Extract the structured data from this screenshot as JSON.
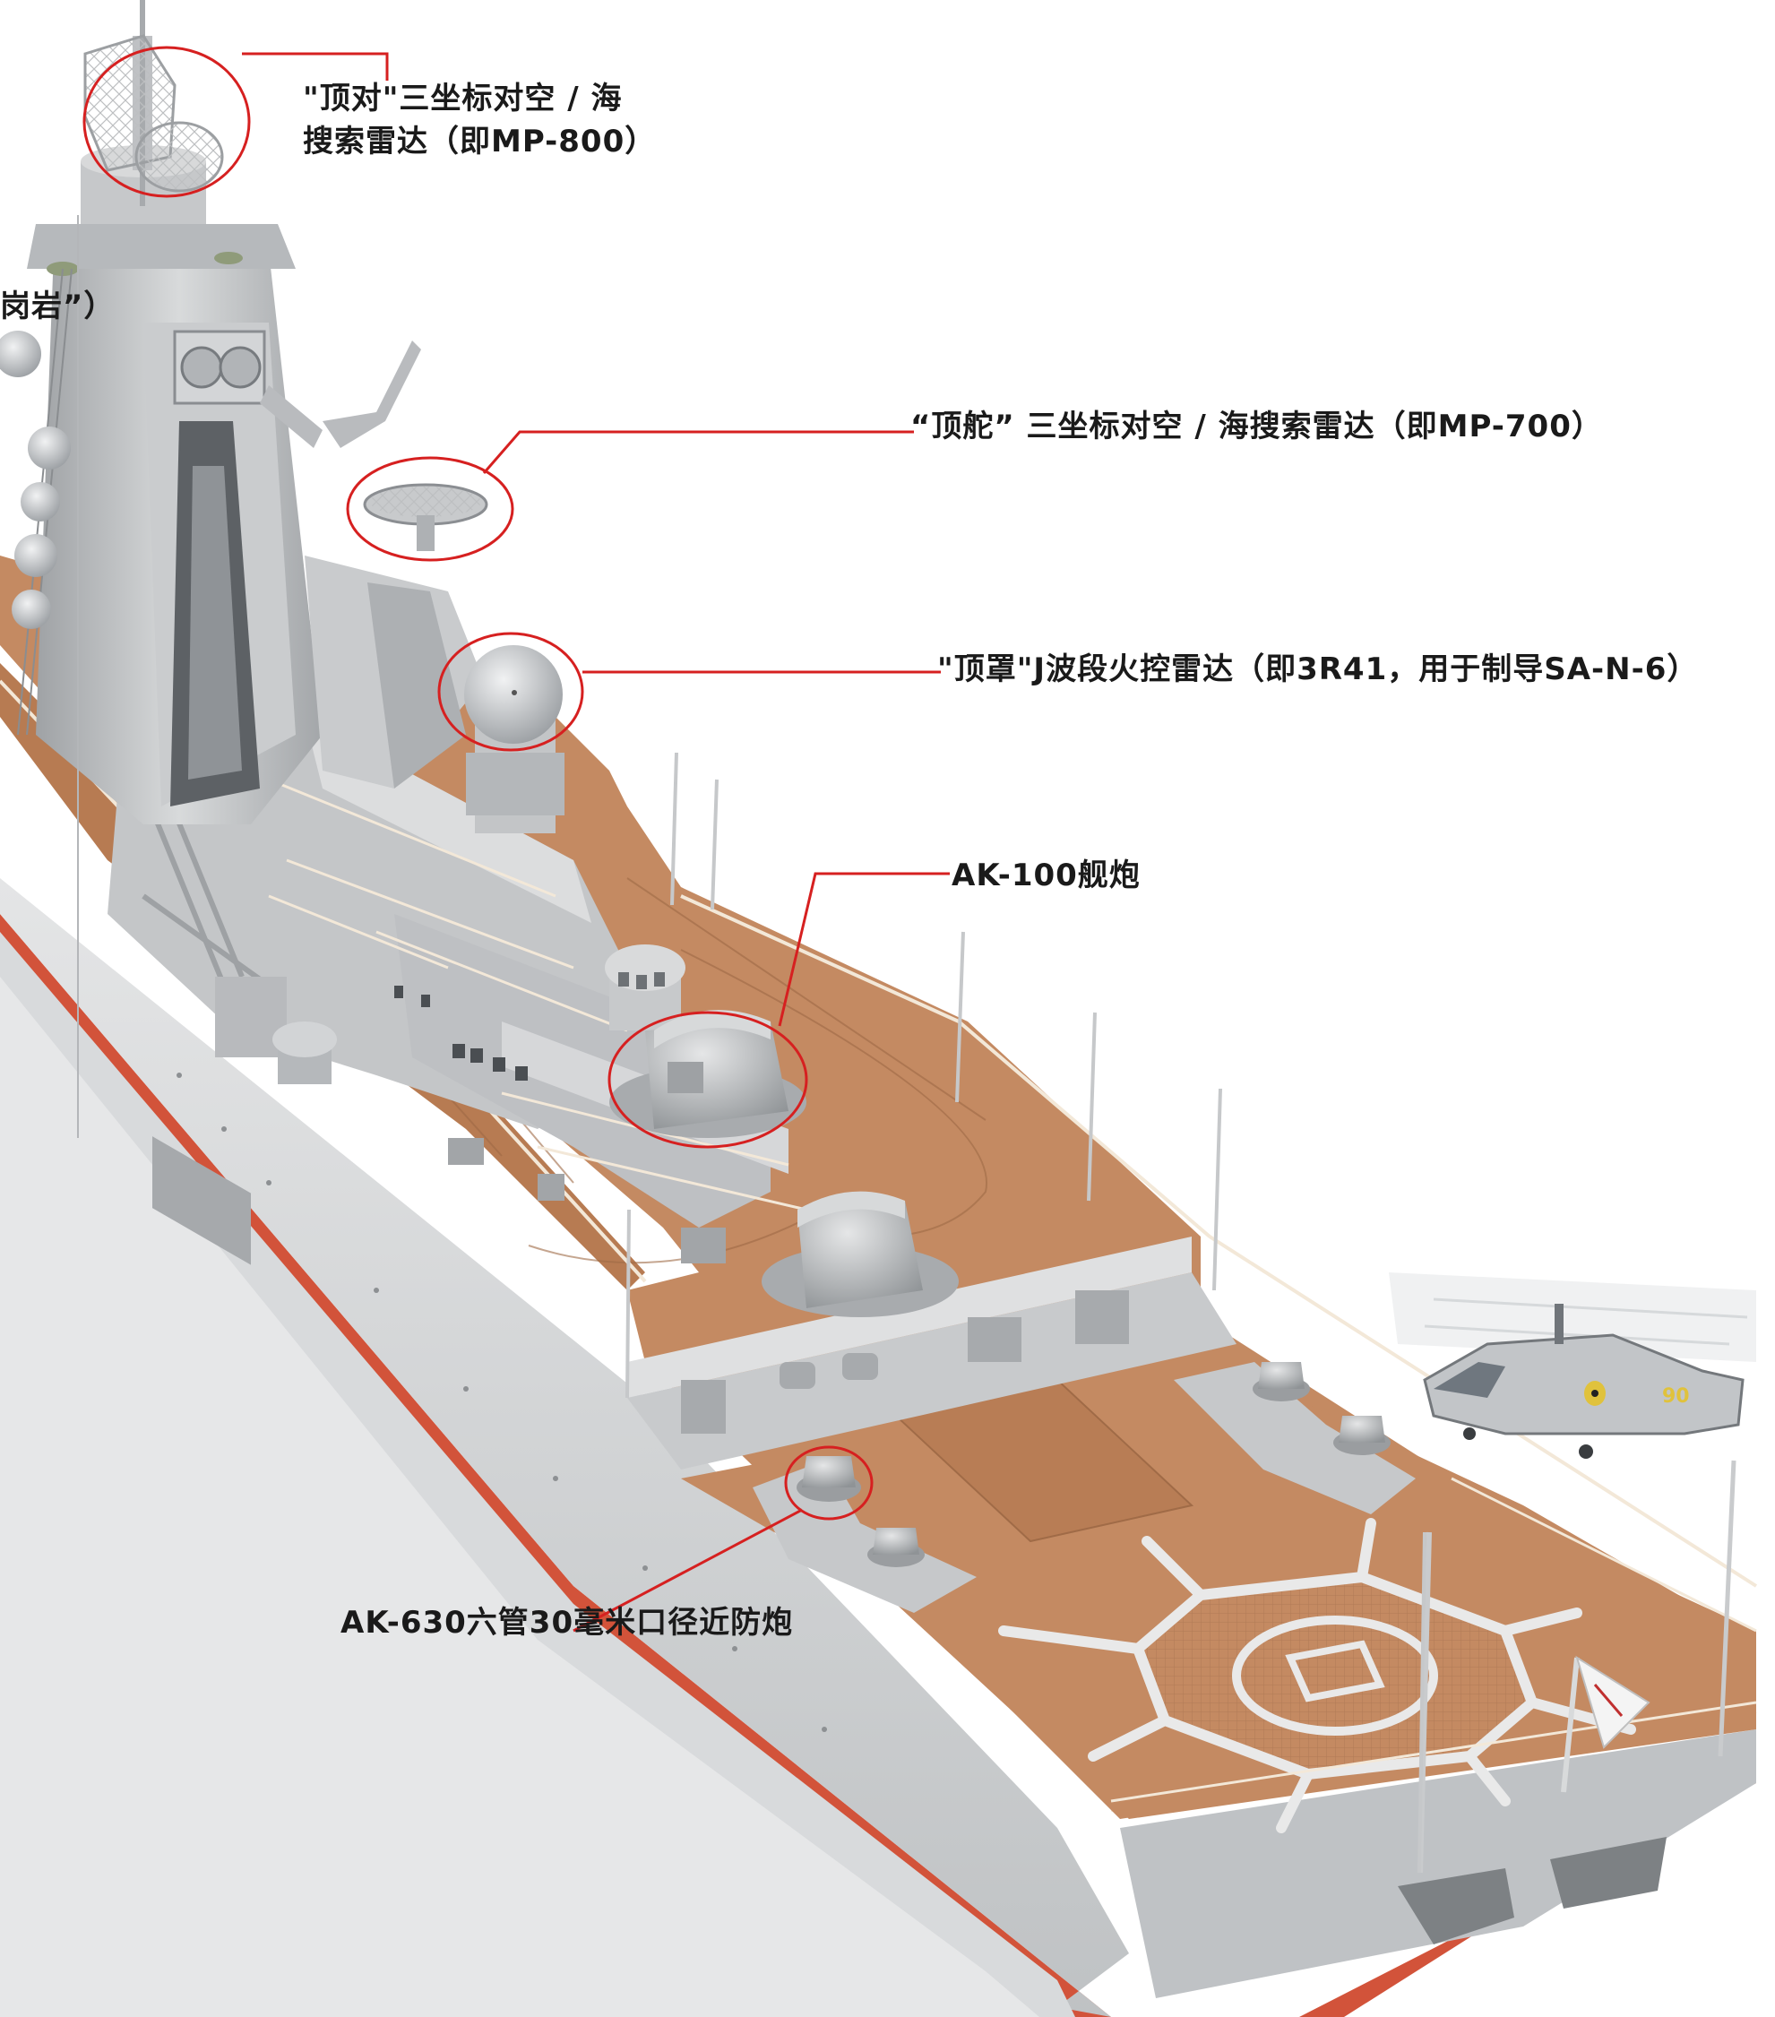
{
  "colors": {
    "deck": "#c48a62",
    "deck_dark": "#a8704c",
    "hull": "#cfd1d3",
    "hull_shadow": "#a9acaf",
    "superstructure": "#c4c6c8",
    "boot_top": "#d2533a",
    "callout_line": "#d62020",
    "rail": "#f3e8d8",
    "helipad_mark": "#e9e9e9"
  },
  "labels": {
    "top_pair_line1": "\"顶对\"三坐标对空 / 海",
    "top_pair_line2": "搜索雷达（即MP-800）",
    "top_steer": "“顶舵” 三坐标对空 / 海搜索雷达（即MP-700）",
    "tomb_stone": "\"顶罩\"J波段火控雷达（即3R41，用于制导SA-N-6）",
    "ak100": "AK-100舰炮",
    "ak630": "AK-630六管30毫米口径近防炮",
    "cut_left": "岗岩”）"
  },
  "helicopter": {
    "hull_number": "90"
  }
}
